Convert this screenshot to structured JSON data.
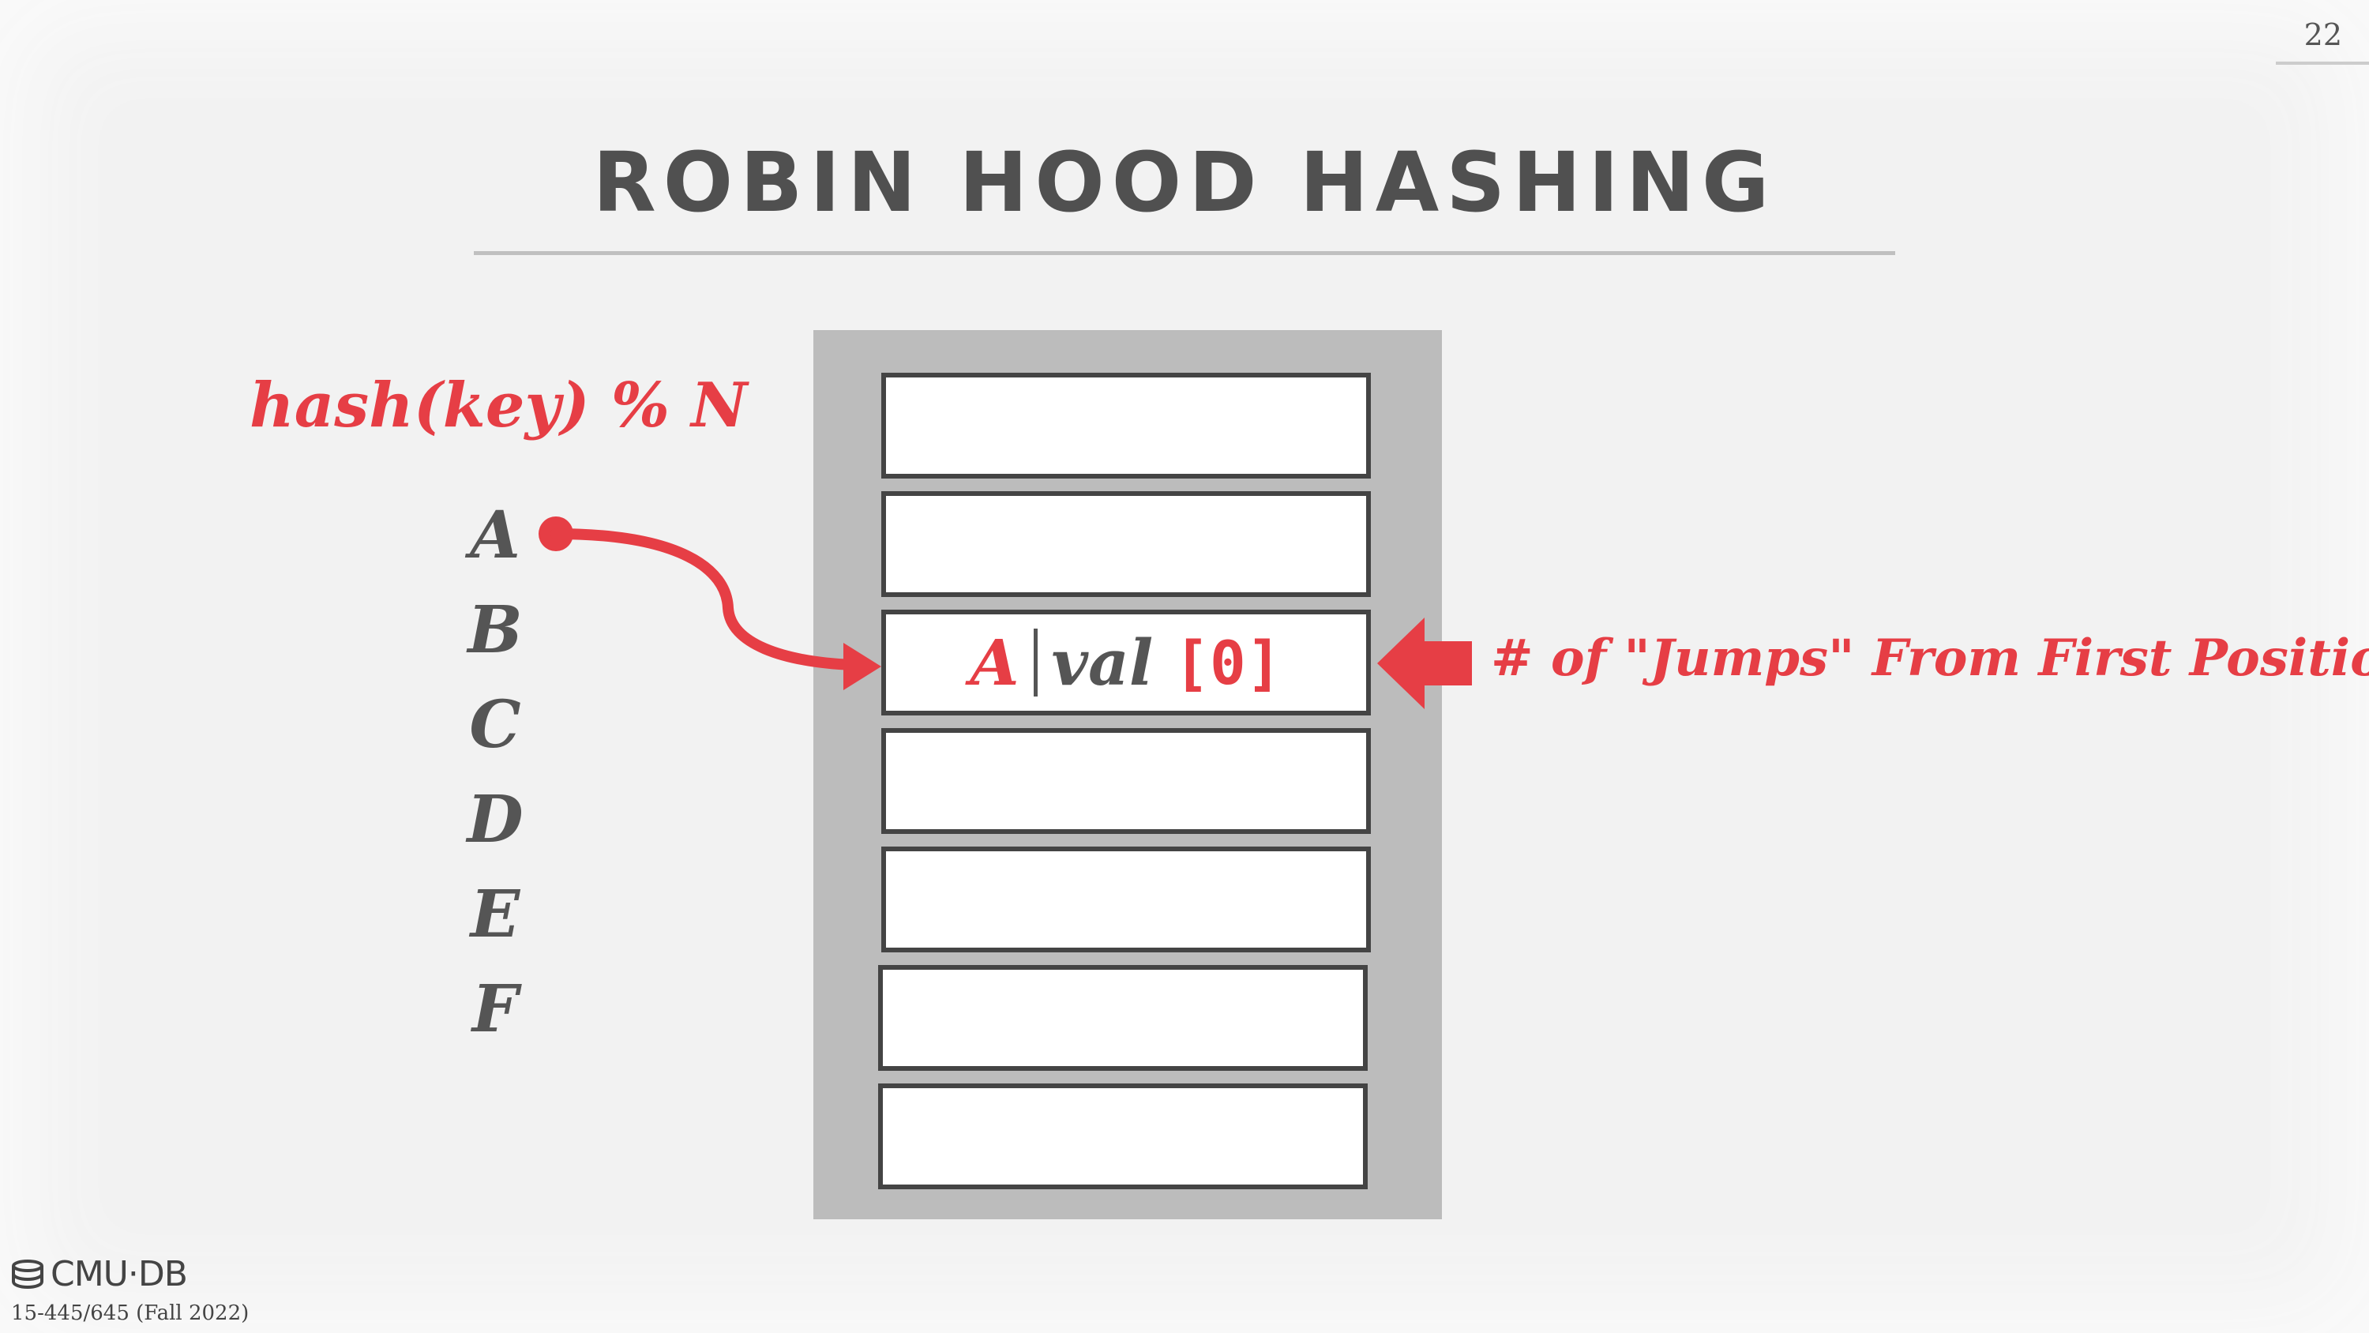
{
  "page_number": "22",
  "title": "ROBIN HOOD HASHING",
  "hash_function": "hash(key) % N",
  "keys": [
    "A",
    "B",
    "C",
    "D",
    "E",
    "F"
  ],
  "table": {
    "slot_count": 7,
    "filled_slot": 3,
    "entry": {
      "key": "A",
      "value": "val",
      "jumps": "[0]"
    }
  },
  "annotation": "# of \"Jumps\" From First Position",
  "footer": {
    "logo": "CMU·DB",
    "course": "15-445/645 (Fall 2022)"
  },
  "colors": {
    "accent": "#e63e45",
    "text": "#505050",
    "table_bg": "#bcbcbc",
    "slot_border": "#444444"
  }
}
